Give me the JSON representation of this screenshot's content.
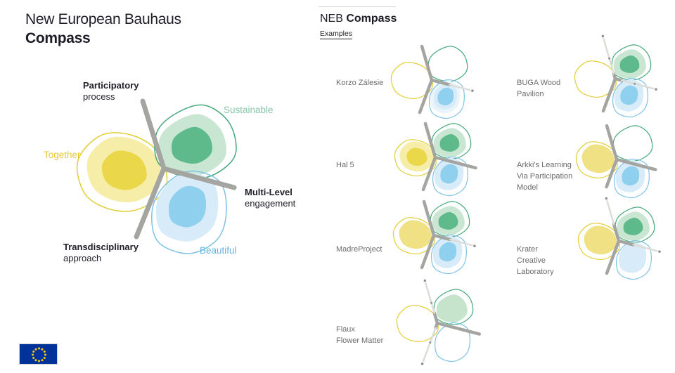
{
  "left": {
    "title_line1": "New European Bauhaus",
    "title_line2": "Compass",
    "labels": {
      "participatory": {
        "bold": "Participatory",
        "rest": "process"
      },
      "multilevel": {
        "bold": "Multi-Level",
        "rest": "engagement"
      },
      "transdisciplinary": {
        "bold": "Transdisciplinary",
        "rest": "approach"
      },
      "sustainable": "Sustainable",
      "together": "Together",
      "beautiful": "Beautiful"
    },
    "main_compass": {
      "lobes": {
        "yellow": [
          "light",
          "dark"
        ],
        "green": [
          "light",
          "dark"
        ],
        "blue": [
          "light",
          "dark"
        ]
      },
      "axes": {
        "top": {
          "f": 1
        },
        "bottom": {
          "f": 1
        },
        "right": {
          "f": 1
        }
      }
    }
  },
  "right": {
    "title_prefix": "NEB ",
    "title_bold": "Compass",
    "subtitle": "Examples",
    "examples": [
      {
        "id": "korzo-zalesie",
        "lines": [
          "Korzo Zálesie"
        ],
        "lobes": {
          "yellow": [],
          "green": [],
          "blue": [
            "paler",
            "light",
            "dark"
          ]
        },
        "axes": {
          "top": {
            "f": 1
          },
          "bottom": {
            "f": 1
          },
          "right": {
            "f": 0.55,
            "ext": true
          }
        }
      },
      {
        "id": "buga-wood-pavilion",
        "lines": [
          "BUGA Wood",
          "Pavilion"
        ],
        "lobes": {
          "yellow": [],
          "green": [
            "light",
            "dark"
          ],
          "blue": [
            "light",
            "dark"
          ]
        },
        "axes": {
          "top": {
            "f": 0.15,
            "ext": true
          },
          "bottom": {
            "f": 1
          },
          "right": {
            "f": 0.2,
            "ext": true
          }
        }
      },
      {
        "id": "hal-5",
        "lines": [
          "Hal 5"
        ],
        "lobes": {
          "yellow": [
            "light",
            "dark"
          ],
          "green": [
            "light",
            "dark"
          ],
          "blue": [
            "light",
            "dark"
          ]
        },
        "axes": {
          "top": {
            "f": 1
          },
          "bottom": {
            "f": 1
          },
          "right": {
            "f": 1.25
          }
        }
      },
      {
        "id": "arkkis-learning-via-participation-model",
        "lines": [
          "Arkki's Learning",
          "Via Participation",
          "Model"
        ],
        "lobes": {
          "yellow": [
            "mid"
          ],
          "green": [],
          "blue": [
            "light",
            "dark"
          ]
        },
        "axes": {
          "top": {
            "f": 1
          },
          "bottom": {
            "f": 0.85
          },
          "right": {
            "f": 1.2
          }
        }
      },
      {
        "id": "madreproject",
        "lines": [
          "MadreProject"
        ],
        "lobes": {
          "yellow": [
            "mid"
          ],
          "green": [
            "light",
            "dark"
          ],
          "blue": [
            "light",
            "dark"
          ]
        },
        "axes": {
          "top": {
            "f": 1
          },
          "bottom": {
            "f": 1
          },
          "right": {
            "f": 0.5,
            "ext": true
          }
        }
      },
      {
        "id": "krater-creative-laboratory",
        "lines": [
          "Krater",
          "Creative",
          "Laboratory"
        ],
        "lobes": {
          "yellow": [
            "mid"
          ],
          "green": [
            "light",
            "dark"
          ],
          "blue": [
            "light"
          ]
        },
        "axes": {
          "top": {
            "f": 0.5,
            "ext": true
          },
          "bottom": {
            "f": 1
          },
          "right": {
            "f": 0.45,
            "ext": true
          }
        }
      },
      {
        "id": "flaux-flower-matter",
        "lines": [
          "Flaux",
          "Flower Matter"
        ],
        "lobes": {
          "yellow": [],
          "green": [
            "flat"
          ],
          "blue": []
        },
        "axes": {
          "top": {
            "f": 0.3,
            "ext": true
          },
          "bottom": {
            "f": 0.15,
            "ext": true
          },
          "right": {
            "f": 1.3
          }
        }
      }
    ]
  },
  "palette": {
    "yellow": {
      "outline": "#e2ce33",
      "light": "#f6eda8",
      "mid": "#f0e284",
      "dark": "#ebd84a"
    },
    "green": {
      "outline": "#44a87a",
      "light": "#c9e6d3",
      "dark": "#5eba8b",
      "flat": "#c6e3cb"
    },
    "blue": {
      "outline": "#7ec2e5",
      "paler": "#e9f4fb",
      "light": "#d7ecf8",
      "dark": "#8ed0ee"
    }
  },
  "axis_colors": {
    "dark": "#a4a4a0",
    "light": "#dcdcd8",
    "dot": "#90908c"
  },
  "text_colors": {
    "sustainable": "#8ac3ab",
    "together": "#e7c83e",
    "beautiful": "#63b4df",
    "dark_label": "#20202a",
    "title": "#1d1d27",
    "example_label": "#6b6b6b"
  },
  "eu_flag": {
    "background": "#003399",
    "star": "#ffcc00"
  }
}
